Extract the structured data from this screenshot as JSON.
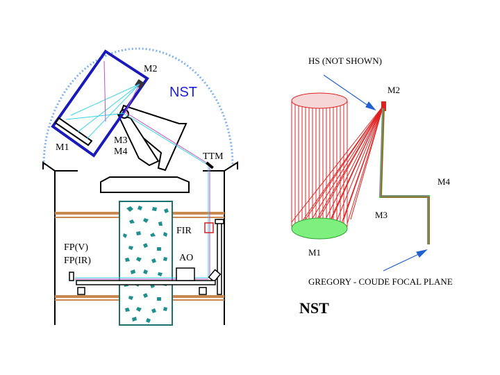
{
  "left_diagram": {
    "title": "NST",
    "labels": {
      "m1": "M1",
      "m2": "M2",
      "m3": "M3",
      "m4": "M4",
      "ttm": "TTM",
      "fir": "FIR",
      "ao": "AO",
      "fp_v": "FP(V)",
      "fp_ir": "FP(IR)"
    }
  },
  "right_diagram": {
    "title": "NST",
    "labels": {
      "hs": "HS (NOT SHOWN)",
      "m1": "M1",
      "m2": "M2",
      "m3": "M3",
      "m4": "M4",
      "focal_plane": "GREGORY - COUDE FOCAL PLANE"
    }
  },
  "colors": {
    "dome": "#7fb0ea",
    "tube": "#1a1ab8",
    "pier": "#1f8f8f",
    "floor": "#c88850",
    "ray_cyan": "#35d3e6",
    "ray_magenta": "#c050c0",
    "ray_red": "#e02020",
    "ray_green": "#30d030",
    "arrow": "#2060d0"
  }
}
